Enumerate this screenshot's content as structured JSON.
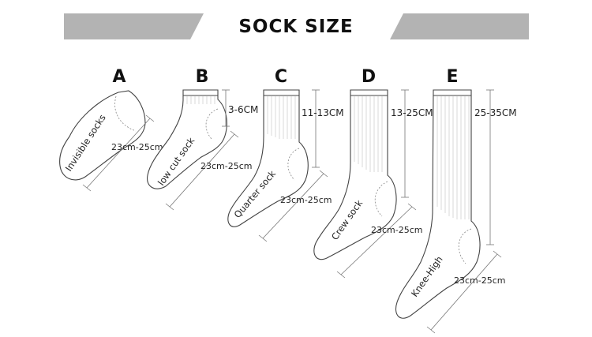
{
  "header": {
    "title": "SOCK SIZE",
    "band_color": "#b3b3b3"
  },
  "socks": [
    {
      "letter": "A",
      "name": "Invisible socks",
      "foot_length": "23cm-25cm",
      "height": ""
    },
    {
      "letter": "B",
      "name": "low cut sock",
      "foot_length": "23cm-25cm",
      "height": "3-6CM"
    },
    {
      "letter": "C",
      "name": "Quarter sock",
      "foot_length": "23cm-25cm",
      "height": "11-13CM"
    },
    {
      "letter": "D",
      "name": "Crew sock",
      "foot_length": "23cm-25cm",
      "height": "13-25CM"
    },
    {
      "letter": "E",
      "name": "Knee-High",
      "foot_length": "23cm-25cm",
      "height": "25-35CM"
    }
  ]
}
